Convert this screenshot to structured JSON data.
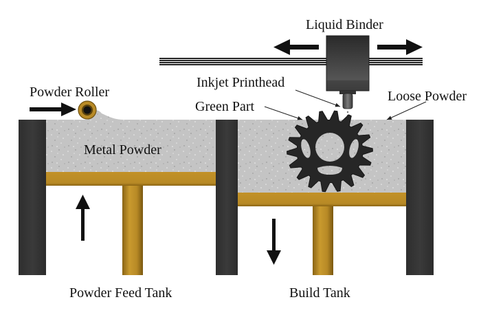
{
  "title": "Binder Jetting Process",
  "labels": {
    "liquid_binder": "Liquid Binder",
    "inkjet_printhead": "Inkjet Printhead",
    "green_part": "Green Part",
    "loose_powder": "Loose Powder",
    "powder_roller": "Powder Roller",
    "metal_powder": "Metal Powder",
    "powder_feed_tank": "Powder Feed Tank",
    "build_tank": "Build Tank"
  },
  "colors": {
    "wall": "#353535",
    "powder": "#c4c4c4",
    "piston": "#b88a26",
    "printhead": "#3a3a3a",
    "arrow": "#111111"
  },
  "motion": {
    "printhead": "horizontal (left and right)",
    "roller": "right",
    "feed_piston": "up",
    "build_piston": "down"
  }
}
